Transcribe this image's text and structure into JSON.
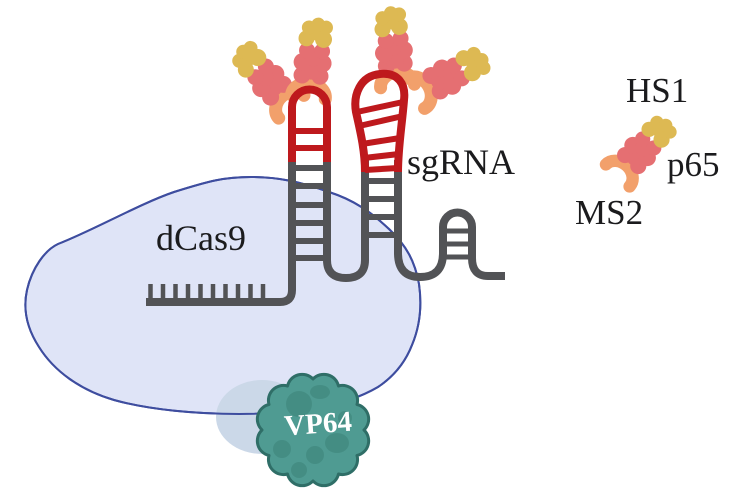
{
  "figure": {
    "background": "#FFFFFF",
    "labels": {
      "dcas9": "dCas9",
      "sgrna": "sgRNA",
      "vp64": "VP64"
    },
    "legend": {
      "items": [
        {
          "id": "hs1",
          "label": "HS1",
          "color_ref": "hs1_yellow"
        },
        {
          "id": "p65",
          "label": "p65",
          "color_ref": "p65_pink"
        },
        {
          "id": "ms2",
          "label": "MS2",
          "color_ref": "ms2_orange"
        }
      ]
    },
    "colors": {
      "rna_red": "#BE191D",
      "backbone_gray": "#525356",
      "dcas9_fill": "#DFE4F7",
      "dcas9_stroke": "#3E4D9F",
      "vp64_fill": "#4F9B92",
      "vp64_stroke": "#2F6E67",
      "vp64_patch": "#3B8076",
      "ms2_orange": "#F2A06B",
      "p65_pink": "#E56F72",
      "hs1_yellow": "#DDB953",
      "shadow_blue": "#CBD8E8",
      "label_color": "#1B1B1D",
      "vp64_text": "#FFFFFF"
    }
  }
}
